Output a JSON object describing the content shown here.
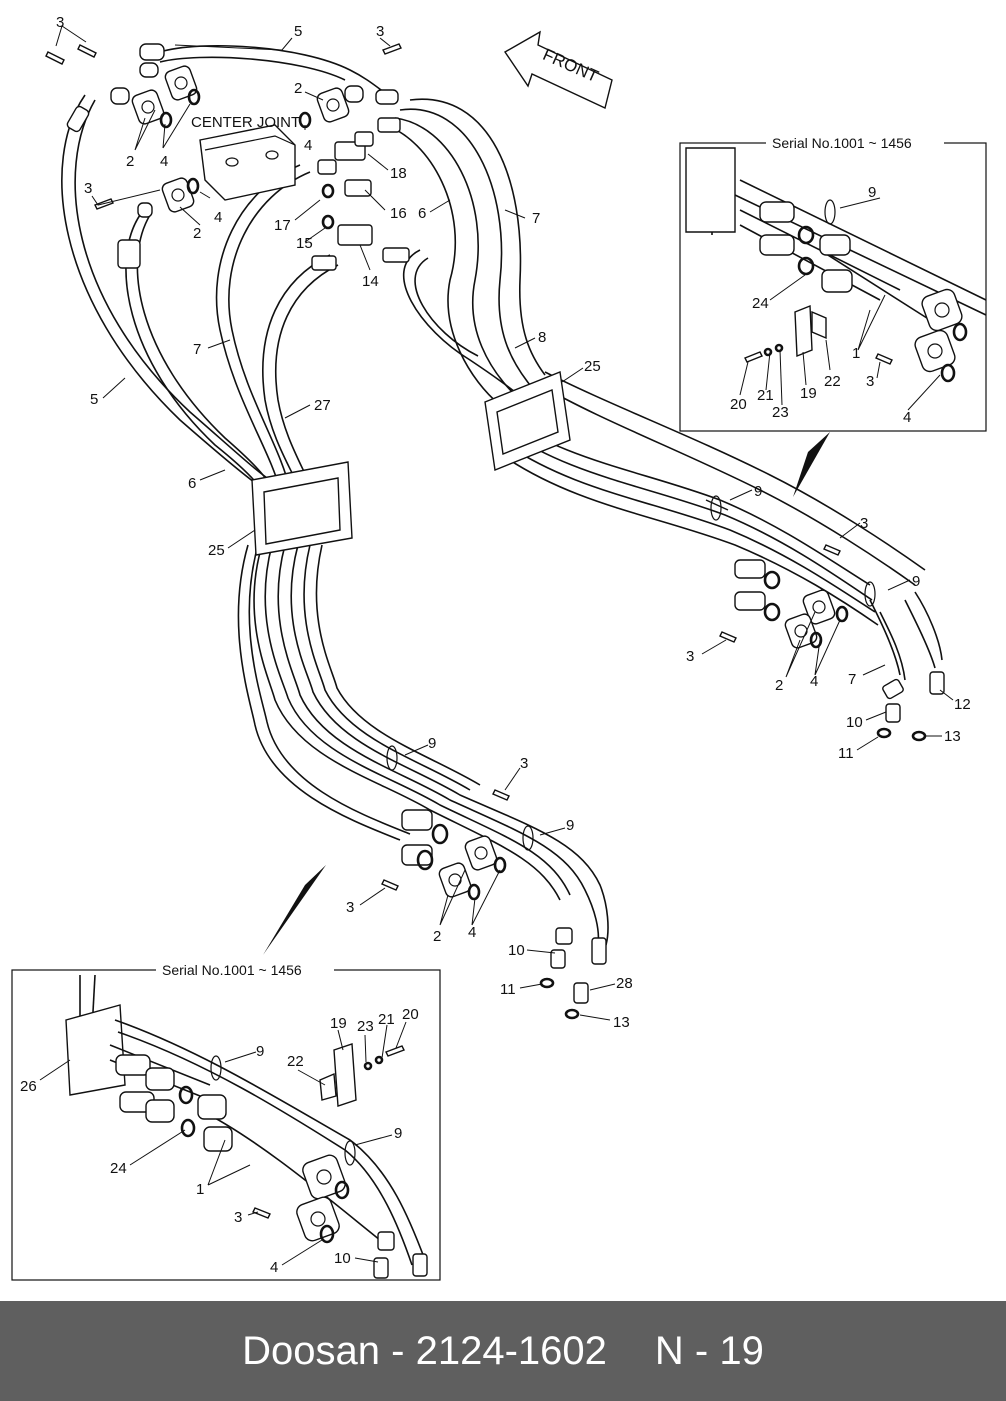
{
  "diagram": {
    "front_label": "FRONT",
    "center_joint_label": "CENTER JOINT",
    "inset_right_title": "Serial No.1001 ~ 1456",
    "inset_bottom_title": "Serial No.1001 ~ 1456",
    "callouts": {
      "c3a": "3",
      "c5a": "5",
      "c3b": "3",
      "c2a": "2",
      "c2b": "2",
      "c4a": "4",
      "c4b": "4",
      "c3c": "3",
      "c4c": "4",
      "c2c": "2",
      "c18": "18",
      "c16": "16",
      "c17": "17",
      "c6a": "6",
      "c7a": "7",
      "c15": "15",
      "c14": "14",
      "c7b": "7",
      "c27": "27",
      "c5b": "5",
      "c8": "8",
      "c25a": "25",
      "c6b": "6",
      "c25b": "25",
      "c9a": "9",
      "c3d": "3",
      "c9b": "9",
      "c3e": "3",
      "c2d": "2",
      "c4d": "4",
      "c7c": "7",
      "c10a": "10",
      "c12": "12",
      "c11a": "11",
      "c13a": "13",
      "c9c": "9",
      "c3f": "3",
      "c9d": "9",
      "c3g": "3",
      "c2e": "2",
      "c4e": "4",
      "c10b": "10",
      "c11b": "11",
      "c28": "28",
      "c13b": "13",
      "r9": "9",
      "r24": "24",
      "r1": "1",
      "r3": "3",
      "r4": "4",
      "r20": "20",
      "r21": "21",
      "r23": "23",
      "r19": "19",
      "r22": "22",
      "b19": "19",
      "b23": "23",
      "b21": "21",
      "b20": "20",
      "b22": "22",
      "b26": "26",
      "b9a": "9",
      "b9b": "9",
      "b24": "24",
      "b1": "1",
      "b3": "3",
      "b4": "4",
      "b10": "10"
    }
  },
  "footer": {
    "brand": "Doosan",
    "separator": "-",
    "part_number": "2124-1602",
    "page_ref": "N - 19"
  }
}
